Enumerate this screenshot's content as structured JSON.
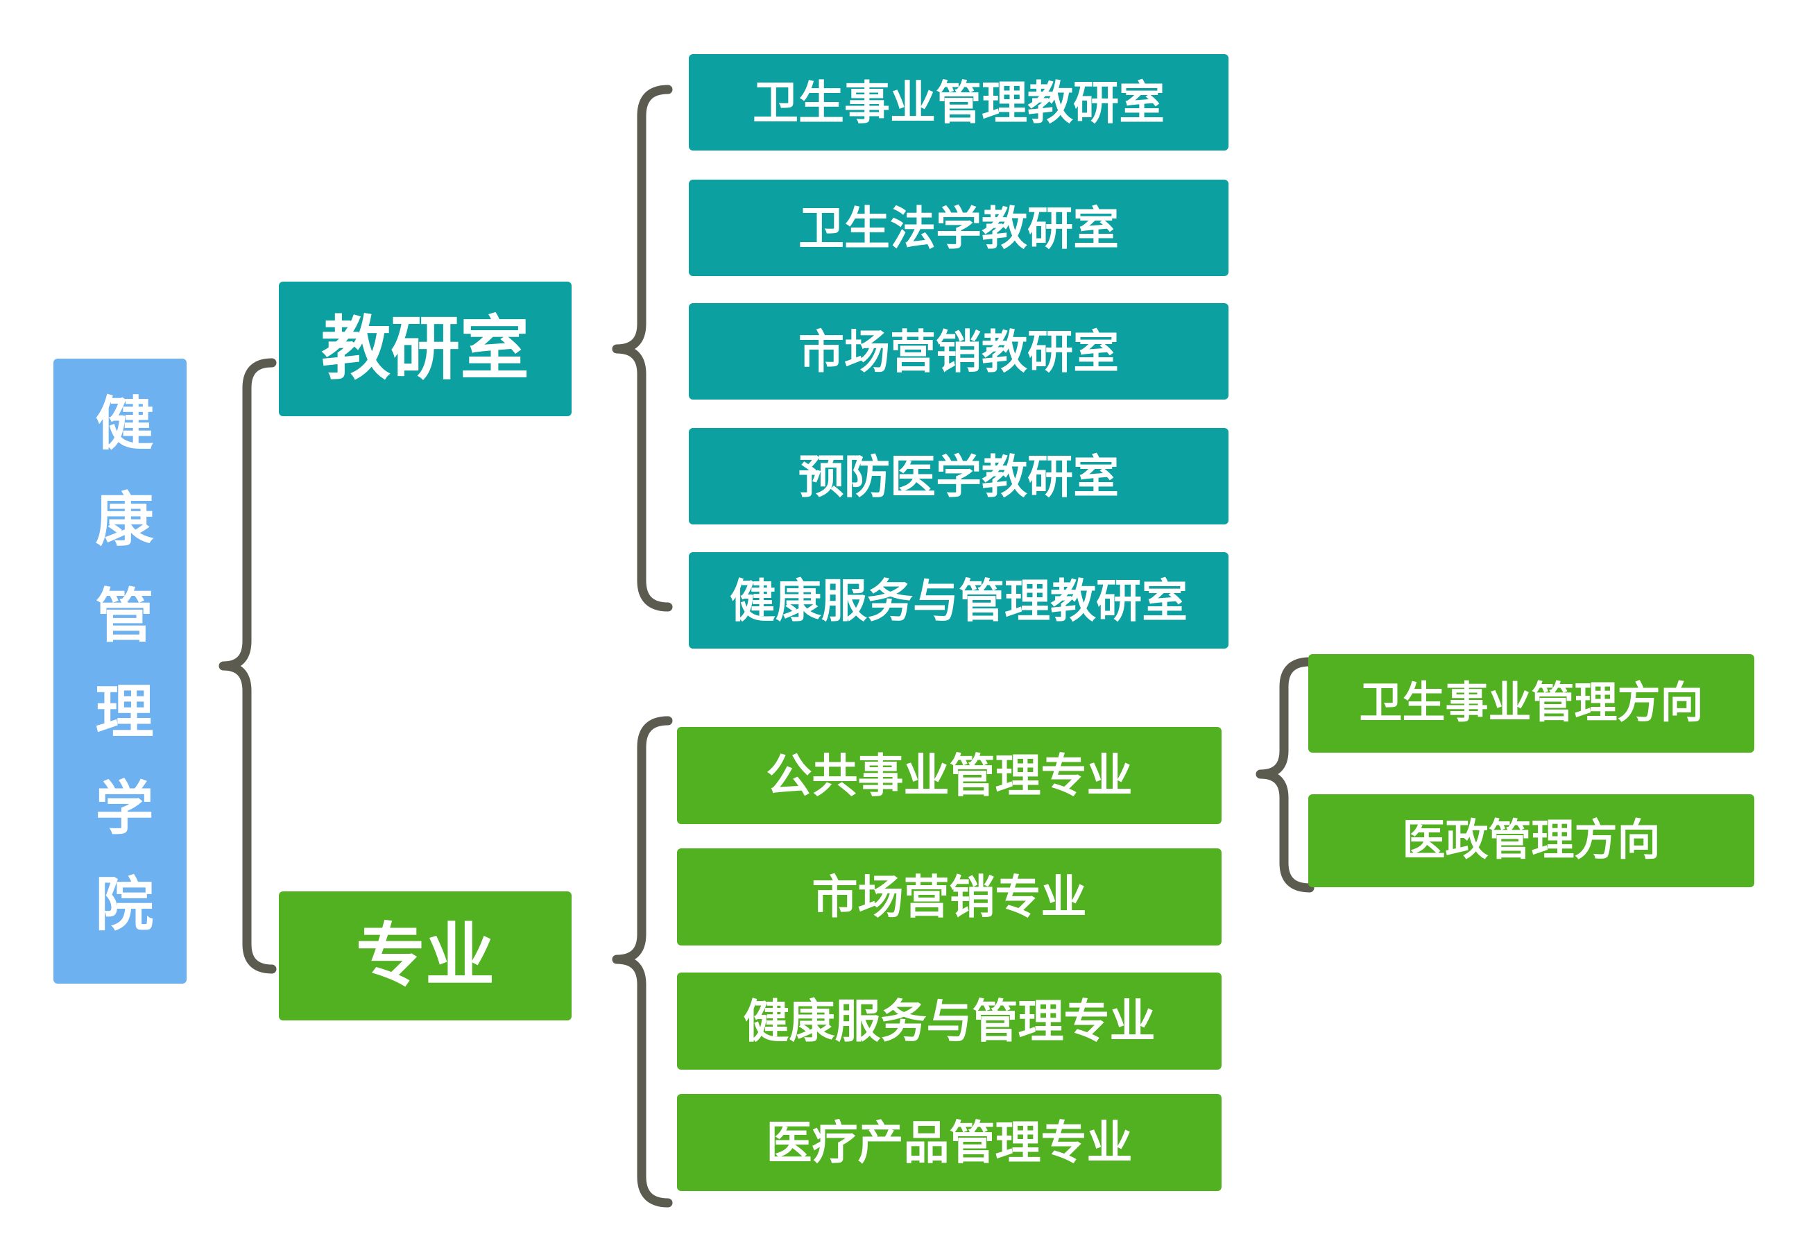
{
  "root": {
    "label": "健康管理学院"
  },
  "branches": {
    "teaching": {
      "label": "教研室",
      "children": [
        "卫生事业管理教研室",
        "卫生法学教研室",
        "市场营销教研室",
        "预防医学教研室",
        "健康服务与管理教研室"
      ]
    },
    "majors": {
      "label": "专业",
      "children": [
        "公共事业管理专业",
        "市场营销专业",
        "健康服务与管理专业",
        "医疗产品管理专业"
      ],
      "directions": [
        "卫生事业管理方向",
        "医政管理方向"
      ]
    }
  },
  "colors": {
    "root_blue": "#6EB1F1",
    "office_teal": "#0DA0A0",
    "major_green": "#52B121",
    "brace_gray": "#5B5B4F",
    "text_white": "#FFFFFF"
  }
}
